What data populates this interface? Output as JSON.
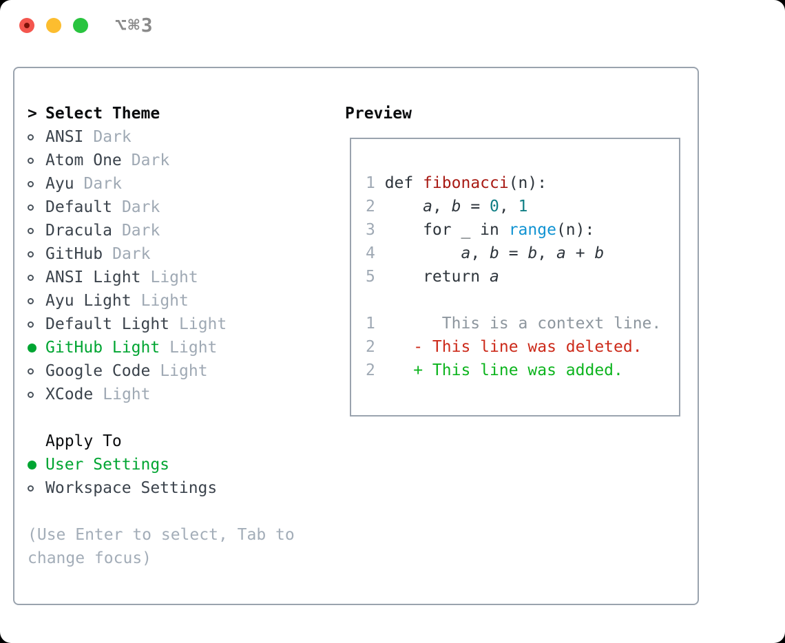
{
  "titlebar": {
    "shortcut": "⌥⌘3",
    "buttons": [
      "close",
      "minimize",
      "zoom"
    ]
  },
  "theme_list": {
    "prompt": ">",
    "header": "Select Theme",
    "items": [
      {
        "name": "ANSI",
        "tag": "Dark",
        "selected": false
      },
      {
        "name": "Atom One",
        "tag": "Dark",
        "selected": false
      },
      {
        "name": "Ayu",
        "tag": "Dark",
        "selected": false
      },
      {
        "name": "Default",
        "tag": "Dark",
        "selected": false
      },
      {
        "name": "Dracula",
        "tag": "Dark",
        "selected": false
      },
      {
        "name": "GitHub",
        "tag": "Dark",
        "selected": false
      },
      {
        "name": "ANSI Light",
        "tag": "Light",
        "selected": false
      },
      {
        "name": "Ayu Light",
        "tag": "Light",
        "selected": false
      },
      {
        "name": "Default Light",
        "tag": "Light",
        "selected": false
      },
      {
        "name": "GitHub Light",
        "tag": "Light",
        "selected": true
      },
      {
        "name": "Google Code",
        "tag": "Light",
        "selected": false
      },
      {
        "name": "XCode",
        "tag": "Light",
        "selected": false
      }
    ]
  },
  "apply_to": {
    "header": "Apply To",
    "options": [
      {
        "name": "User Settings",
        "selected": true
      },
      {
        "name": "Workspace Settings",
        "selected": false
      }
    ]
  },
  "help": {
    "line1": "(Use Enter to select, Tab to",
    "line2": "change focus)"
  },
  "preview": {
    "header": "Preview",
    "code_lines": [
      {
        "num": "1",
        "segments": [
          {
            "t": "def ",
            "c": "fg"
          },
          {
            "t": "fibonacci",
            "c": "red"
          },
          {
            "t": "(n):",
            "c": "fg"
          }
        ]
      },
      {
        "num": "2",
        "segments": [
          {
            "t": "    ",
            "c": "fg"
          },
          {
            "t": "a",
            "c": "fg",
            "i": true
          },
          {
            "t": ", ",
            "c": "fg"
          },
          {
            "t": "b",
            "c": "fg",
            "i": true
          },
          {
            "t": " = ",
            "c": "fg"
          },
          {
            "t": "0",
            "c": "teal"
          },
          {
            "t": ", ",
            "c": "fg"
          },
          {
            "t": "1",
            "c": "teal"
          }
        ]
      },
      {
        "num": "3",
        "segments": [
          {
            "t": "    for _ in ",
            "c": "fg"
          },
          {
            "t": "range",
            "c": "blue"
          },
          {
            "t": "(n):",
            "c": "fg"
          }
        ]
      },
      {
        "num": "4",
        "segments": [
          {
            "t": "        ",
            "c": "fg"
          },
          {
            "t": "a",
            "c": "fg",
            "i": true
          },
          {
            "t": ", ",
            "c": "fg"
          },
          {
            "t": "b",
            "c": "fg",
            "i": true
          },
          {
            "t": " = ",
            "c": "fg"
          },
          {
            "t": "b",
            "c": "fg",
            "i": true
          },
          {
            "t": ", ",
            "c": "fg"
          },
          {
            "t": "a",
            "c": "fg",
            "i": true
          },
          {
            "t": " + ",
            "c": "fg"
          },
          {
            "t": "b",
            "c": "fg",
            "i": true
          }
        ]
      },
      {
        "num": "5",
        "segments": [
          {
            "t": "    return ",
            "c": "fg"
          },
          {
            "t": "a",
            "c": "fg",
            "i": true
          }
        ]
      },
      {
        "num": "",
        "segments": []
      },
      {
        "num": "1",
        "segments": [
          {
            "t": "      This is a context line.",
            "c": "ctx"
          }
        ]
      },
      {
        "num": "2",
        "segments": [
          {
            "t": "   - This line was deleted.",
            "c": "del"
          }
        ]
      },
      {
        "num": "2",
        "segments": [
          {
            "t": "   + This line was added.",
            "c": "add"
          }
        ]
      }
    ]
  },
  "colors": {
    "selection_green": "#00a532",
    "added_green": "#0db41e",
    "deleted_red": "#cc2a1a",
    "context_gray": "#8d969e",
    "function_red": "#a81a14",
    "number_teal": "#0f7e84",
    "builtin_blue": "#1193d2",
    "muted_gray": "#9fa9b4",
    "panel_border": "#9aa3ae",
    "code_foreground": "#2d343b",
    "traffic_red": "#f4564e",
    "traffic_yellow": "#fcbd2f",
    "traffic_green": "#29c43f",
    "shortcut_gray": "#8a8a8a"
  }
}
